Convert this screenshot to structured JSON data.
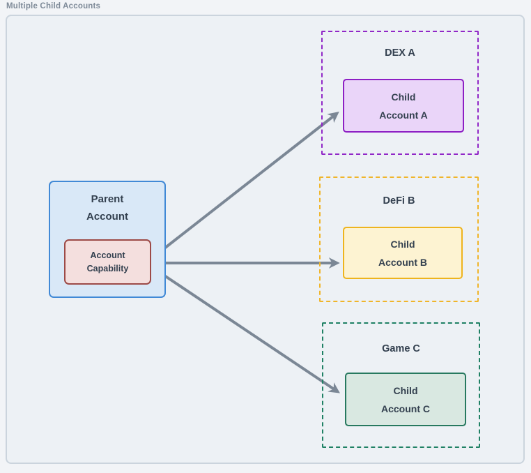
{
  "title": "Multiple Child Accounts",
  "parent": {
    "label": "Parent\nAccount",
    "capability_label": "Account\nCapability",
    "fill": "#d9e8f7",
    "border": "#4189d6",
    "capability_fill": "#f4dfde",
    "capability_border": "#9d4a47"
  },
  "groups": [
    {
      "label": "DEX A",
      "child_label": "Child\nAccount A",
      "dash_color": "#9128c7",
      "child_border": "#8d1fc4",
      "child_fill": "#ead5f9"
    },
    {
      "label": "DeFi B",
      "child_label": "Child\nAccount B",
      "dash_color": "#f0b52a",
      "child_border": "#eeb41e",
      "child_fill": "#fdf3d2"
    },
    {
      "label": "Game C",
      "child_label": "Child\nAccount C",
      "dash_color": "#1f8164",
      "child_border": "#27795f",
      "child_fill": "#d9e8e1"
    }
  ],
  "arrow_color": "#7b8795",
  "text_color": "#33404f",
  "frame_fill": "#edf1f5",
  "frame_border": "#cbd4dd"
}
